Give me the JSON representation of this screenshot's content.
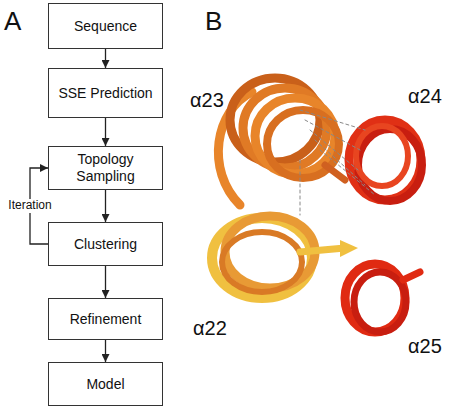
{
  "diagram": {
    "nodes": [
      {
        "text": [
          "Sequence"
        ]
      },
      {
        "text": [
          "SSE Prediction"
        ]
      },
      {
        "text": [
          "Topology Sampling"
        ]
      },
      {
        "text": [
          "Clustering"
        ]
      },
      {
        "text": [
          "Refinement"
        ]
      },
      {
        "text": [
          "Model"
        ]
      }
    ],
    "edges": [
      {
        "from": 0,
        "to": 1,
        "arrow": "to"
      },
      {
        "from": 1,
        "to": 2,
        "arrow": "to"
      },
      {
        "from": 2,
        "to": 3,
        "arrow": "to"
      },
      {
        "from": 3,
        "to": 2,
        "label": "Iteration",
        "arrow": "to"
      },
      {
        "from": 3,
        "to": 4,
        "arrow": "to"
      },
      {
        "from": 4,
        "to": 5,
        "arrow": "to"
      }
    ],
    "labels": [
      "A",
      "B",
      "α23",
      "α24",
      "α22",
      "α25"
    ]
  }
}
